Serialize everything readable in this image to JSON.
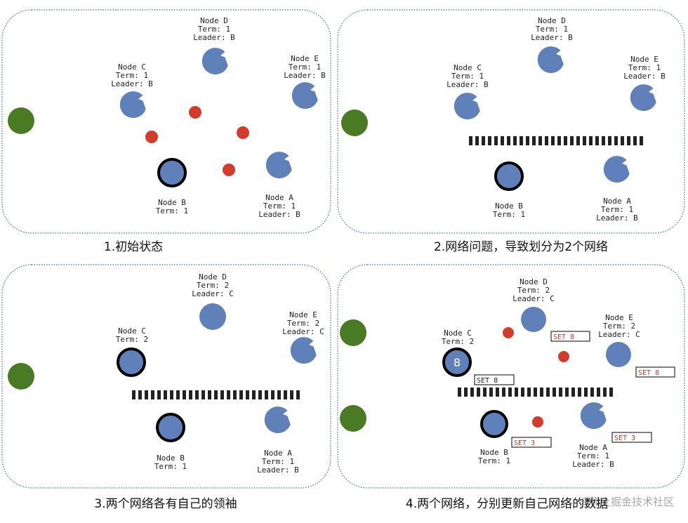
{
  "colors": {
    "node_fill": "#5f80b9",
    "client_green": "#4a7a23",
    "message_red": "#d33b2a",
    "border_blue": "#4a63b5",
    "set_red": "#c0392b",
    "partition_black": "#222222"
  },
  "panels": [
    {
      "caption": "1.初始状态",
      "nodes": [
        {
          "label": "Node D",
          "term": "Term: 1",
          "leader": "Leader: B"
        },
        {
          "label": "Node C",
          "term": "Term: 1",
          "leader": "Leader: B"
        },
        {
          "label": "Node E",
          "term": "Term: 1",
          "leader": "Leader: B"
        },
        {
          "label": "Node B",
          "term": "Term: 1",
          "leader": ""
        },
        {
          "label": "Node A",
          "term": "Term: 1",
          "leader": "Leader: B"
        }
      ]
    },
    {
      "caption": "2.网络问题，导致划分为2个网络",
      "nodes": [
        {
          "label": "Node D",
          "term": "Term: 1",
          "leader": "Leader: B"
        },
        {
          "label": "Node C",
          "term": "Term: 1",
          "leader": "Leader: B"
        },
        {
          "label": "Node E",
          "term": "Term: 1",
          "leader": "Leader: B"
        },
        {
          "label": "Node B",
          "term": "Term: 1",
          "leader": ""
        },
        {
          "label": "Node A",
          "term": "Term: 1",
          "leader": "Leader: B"
        }
      ]
    },
    {
      "caption": "3.两个网络各有自己的领袖",
      "nodes": [
        {
          "label": "Node D",
          "term": "Term: 2",
          "leader": "Leader: C"
        },
        {
          "label": "Node C",
          "term": "Term: 2",
          "leader": ""
        },
        {
          "label": "Node E",
          "term": "Term: 2",
          "leader": "Leader: C"
        },
        {
          "label": "Node B",
          "term": "Term: 1",
          "leader": ""
        },
        {
          "label": "Node A",
          "term": "Term: 1",
          "leader": "Leader: B"
        }
      ]
    },
    {
      "caption": "4.两个网络，分别更新自己网络的数据",
      "nodes": [
        {
          "label": "Node D",
          "term": "Term: 2",
          "leader": "Leader: C"
        },
        {
          "label": "Node C",
          "term": "Term: 2",
          "leader": ""
        },
        {
          "label": "Node E",
          "term": "Term: 2",
          "leader": "Leader: C"
        },
        {
          "label": "Node B",
          "term": "Term: 1",
          "leader": ""
        },
        {
          "label": "Node A",
          "term": "Term: 1",
          "leader": "Leader: B"
        }
      ],
      "node_c_value": "8",
      "set_labels": [
        "SET 8",
        "SET 8",
        "SET 8",
        "SET 3",
        "SET 3"
      ]
    }
  ],
  "watermark": "@稀土掘金技术社区"
}
